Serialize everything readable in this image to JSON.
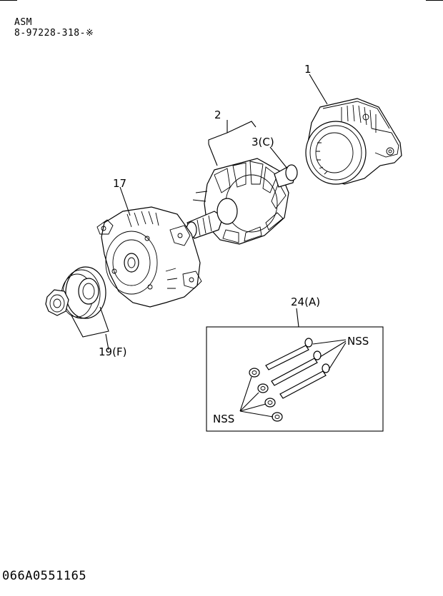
{
  "header": {
    "title": "ASM",
    "part_number": "8-97228-318-※"
  },
  "footer": {
    "code": "066A0551165"
  },
  "callouts": {
    "c1": "1",
    "c2": "2",
    "c3": "3(C)",
    "c17": "17",
    "c19": "19(F)",
    "c24": "24(A)",
    "nss_top": "NSS",
    "nss_bottom": "NSS"
  }
}
